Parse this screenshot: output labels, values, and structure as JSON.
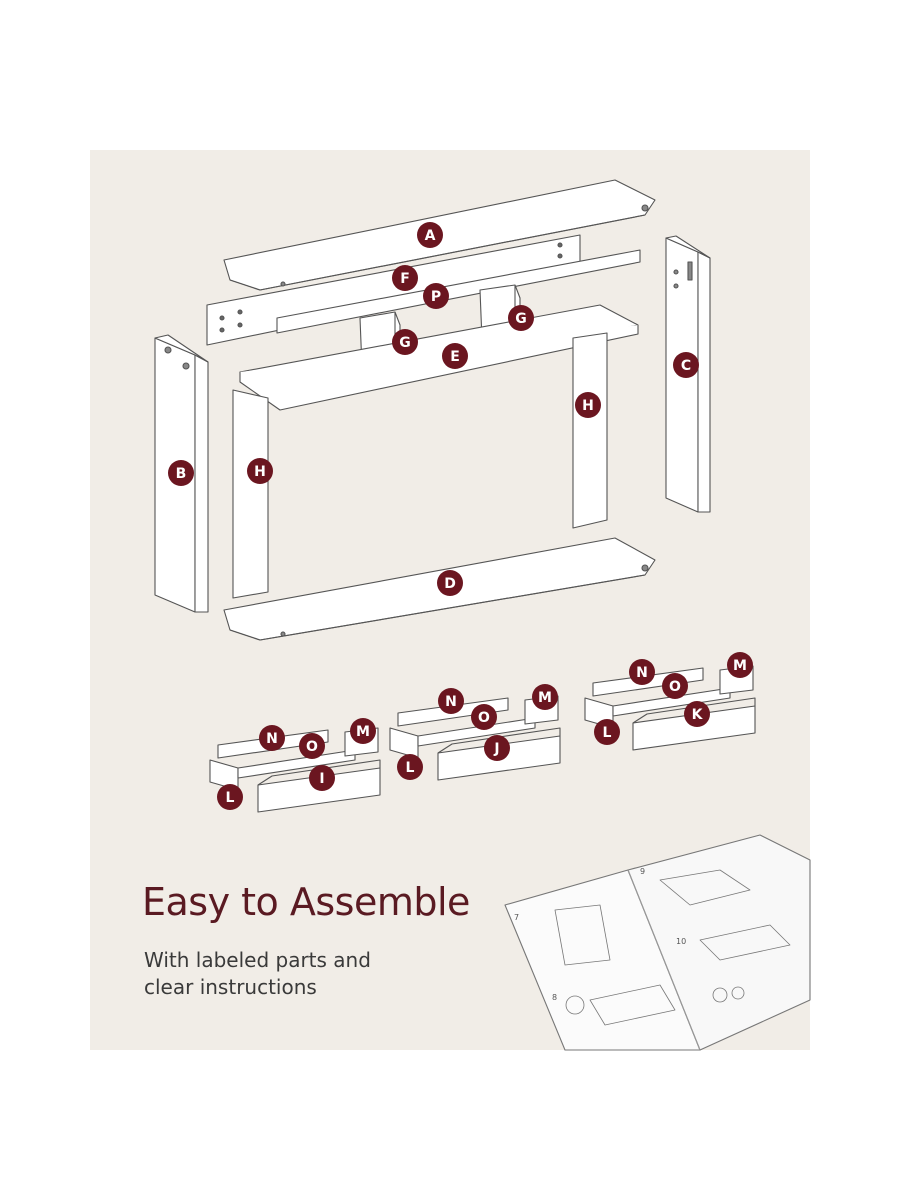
{
  "headline": "Easy to Assemble",
  "subtitle_line1": "With labeled parts and",
  "subtitle_line2": "clear instructions",
  "part_labels": [
    "A",
    "B",
    "C",
    "D",
    "E",
    "F",
    "G",
    "H",
    "I",
    "J",
    "K",
    "L",
    "M",
    "N",
    "O",
    "P"
  ],
  "booklet_page_numbers": [
    "7",
    "8",
    "9",
    "10"
  ],
  "colors": {
    "label_badge": "#6b1620",
    "headline_text": "#5a1a22",
    "panel_background": "#f1ede7",
    "line_art": "#555555"
  }
}
